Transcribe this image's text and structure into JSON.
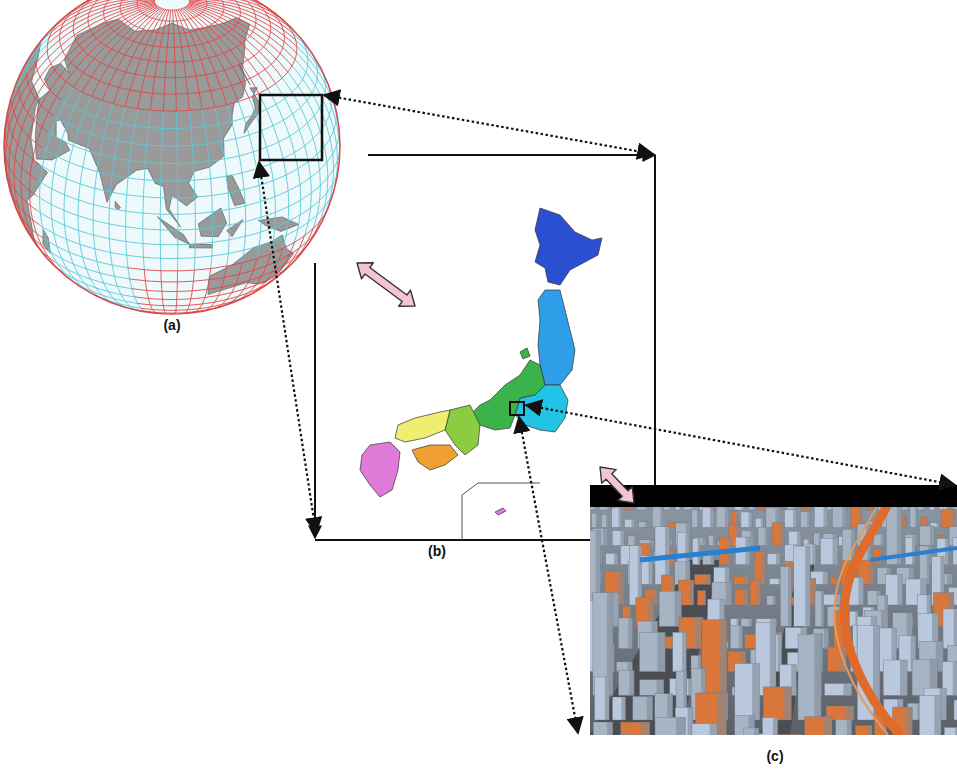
{
  "diagram": {
    "nodes": [
      {
        "text": [
          "(a)"
        ]
      },
      {
        "text": [
          "(b)"
        ]
      },
      {
        "text": [
          "(c)"
        ]
      }
    ],
    "edges": [
      {
        "from": 0,
        "to": 1,
        "arrow": "both"
      },
      {
        "from": 1,
        "to": 2,
        "arrow": "both"
      }
    ]
  }
}
